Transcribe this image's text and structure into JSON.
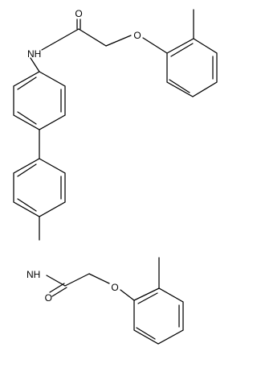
{
  "molecule": {
    "atoms": {
      "o_top_carbonyl": "O",
      "nh_top": "NH",
      "o_top_ether": "O",
      "nh_bottom": "NH",
      "o_bottom_carbonyl": "O",
      "o_bottom_ether": "O"
    },
    "colors": {
      "bond": "#000000",
      "label": "#000000",
      "background": "#ffffff"
    }
  }
}
